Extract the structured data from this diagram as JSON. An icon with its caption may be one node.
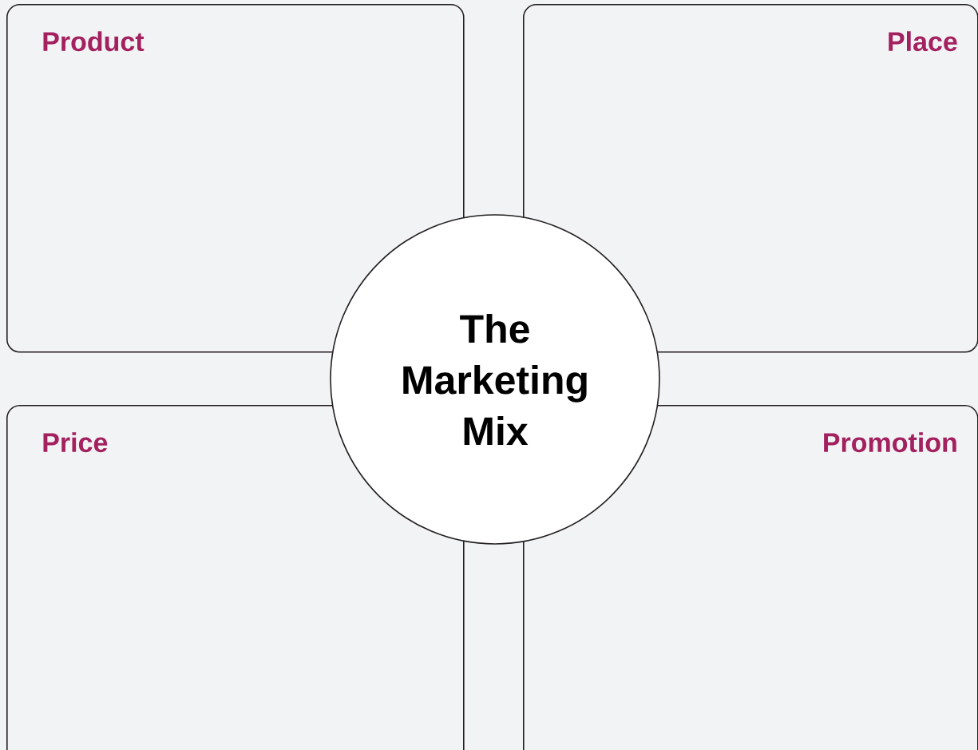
{
  "diagram": {
    "nodes": [
      {
        "text": [
          "Product"
        ]
      },
      {
        "text": [
          "Place"
        ]
      },
      {
        "text": [
          "Price"
        ]
      },
      {
        "text": [
          "Promotion"
        ]
      },
      {
        "text": [
          "The Marketing Mix"
        ]
      }
    ]
  }
}
